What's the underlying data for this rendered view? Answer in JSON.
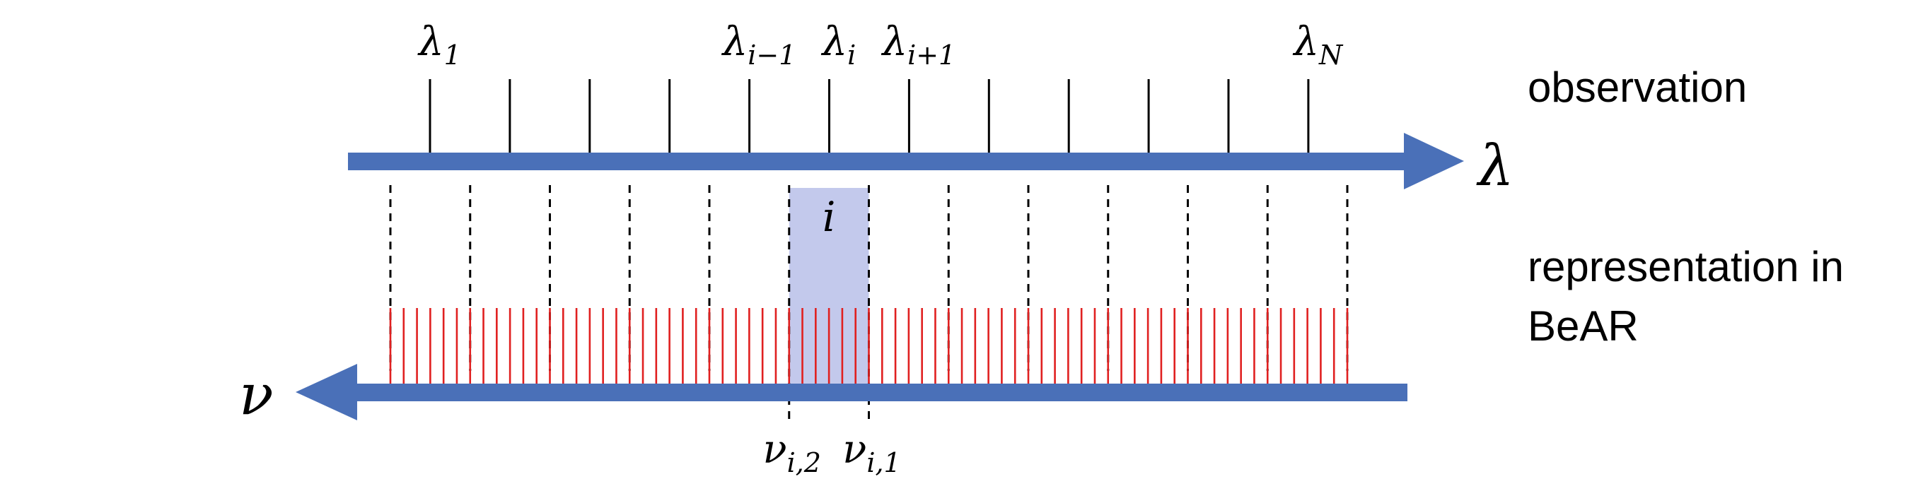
{
  "colors": {
    "axis": "#4a70b8",
    "tick": "#000000",
    "dashed": "#000000",
    "sample": "#e02020",
    "highlight": "#c3c9ec"
  },
  "top_axis": {
    "symbol": "λ",
    "label": "observation",
    "tick_count": 12,
    "tick_labels": [
      {
        "tick": 0,
        "base": "λ",
        "sub": "1"
      },
      {
        "tick": 4,
        "base": "λ",
        "sub": "i−1"
      },
      {
        "tick": 5,
        "base": "λ",
        "sub": "i"
      },
      {
        "tick": 6,
        "base": "λ",
        "sub": "i+1"
      },
      {
        "tick": 11,
        "base": "λ",
        "sub": "N"
      }
    ]
  },
  "bottom_axis": {
    "symbol": "ν",
    "label_line1": "representation in",
    "label_line2": "BeAR",
    "boundary_labels": [
      {
        "boundary": 5,
        "base": "ν",
        "sub": "i,2"
      },
      {
        "boundary": 6,
        "base": "ν",
        "sub": "i,1"
      }
    ]
  },
  "bins": {
    "boundary_count": 13,
    "highlighted_bin": 5,
    "highlighted_label": "i",
    "samples_per_bin": 6
  }
}
